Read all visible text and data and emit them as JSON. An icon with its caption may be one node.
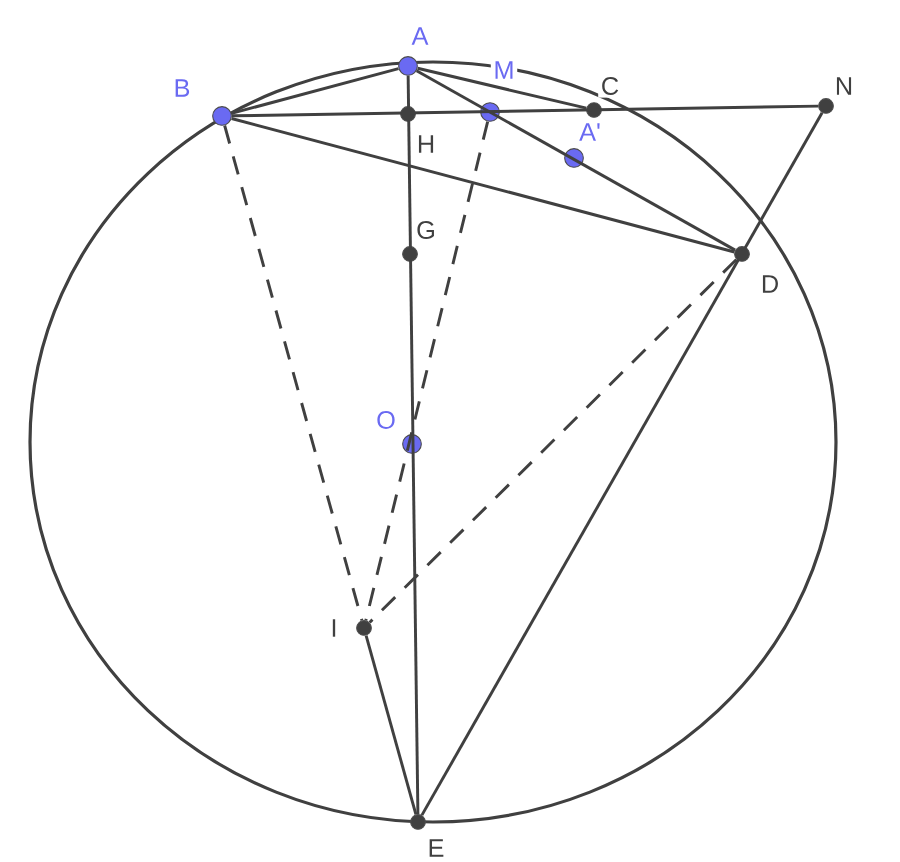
{
  "diagram": {
    "nodes": [
      {
        "text": [
          "A"
        ]
      },
      {
        "text": [
          "B"
        ]
      },
      {
        "text": [
          "H"
        ]
      },
      {
        "text": [
          "M"
        ]
      },
      {
        "text": [
          "C"
        ]
      },
      {
        "text": [
          "N"
        ]
      },
      {
        "text": [
          "A'"
        ]
      },
      {
        "text": [
          "D"
        ]
      },
      {
        "text": [
          "G"
        ]
      },
      {
        "text": [
          "O"
        ]
      },
      {
        "text": [
          "I"
        ]
      },
      {
        "text": [
          "E"
        ]
      }
    ],
    "edges": [
      {
        "from": 0,
        "to": 1,
        "arrow": "none"
      },
      {
        "from": 0,
        "to": 4,
        "arrow": "none"
      },
      {
        "from": 1,
        "to": 5,
        "arrow": "none"
      },
      {
        "from": 1,
        "to": 7,
        "arrow": "none"
      },
      {
        "from": 0,
        "to": 7,
        "arrow": "none"
      },
      {
        "from": 0,
        "to": 11,
        "arrow": "none"
      },
      {
        "from": 5,
        "to": 11,
        "arrow": "none"
      },
      {
        "from": 10,
        "to": 11,
        "arrow": "none"
      },
      {
        "from": 1,
        "to": 10,
        "arrow": "none",
        "style": "dashed"
      },
      {
        "from": 3,
        "to": 10,
        "arrow": "none",
        "style": "dashed"
      },
      {
        "from": 7,
        "to": 10,
        "arrow": "none",
        "style": "dashed"
      }
    ]
  }
}
